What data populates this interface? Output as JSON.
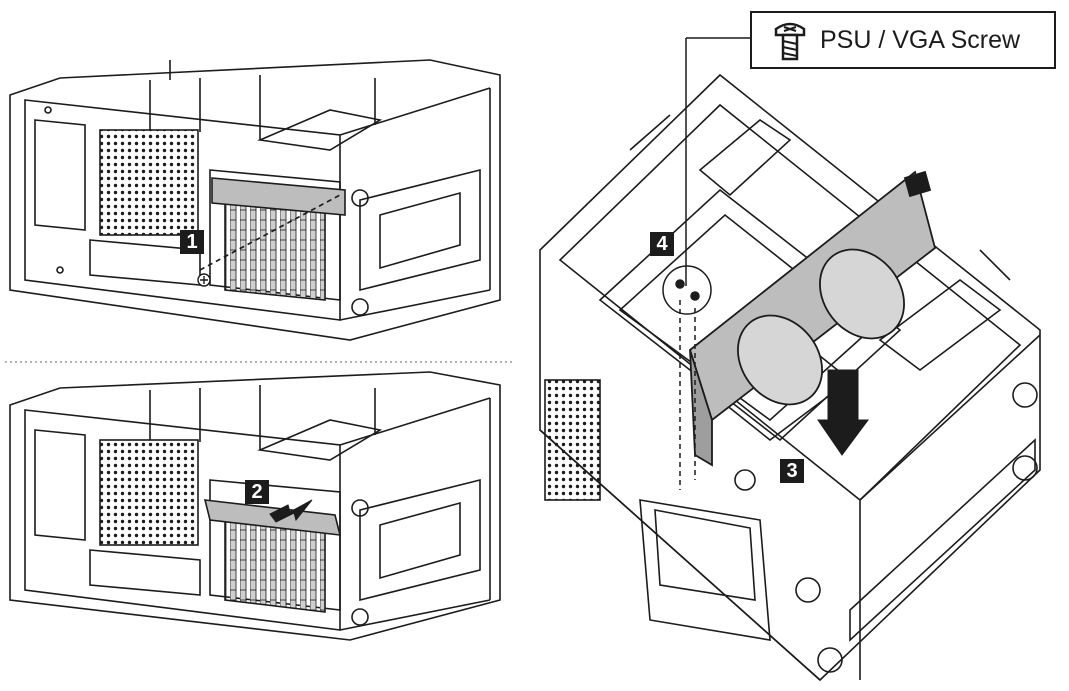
{
  "legend": {
    "label": "PSU / VGA Screw",
    "icon": "screw-icon"
  },
  "steps": [
    {
      "id": "step-1",
      "number": "1"
    },
    {
      "id": "step-2",
      "number": "2"
    },
    {
      "id": "step-3",
      "number": "3"
    },
    {
      "id": "step-4",
      "number": "4"
    }
  ],
  "colors": {
    "line": "#1c1c1c",
    "shade": "#bdbdbd",
    "badge": "#1c1c1c",
    "background": "#ffffff"
  }
}
